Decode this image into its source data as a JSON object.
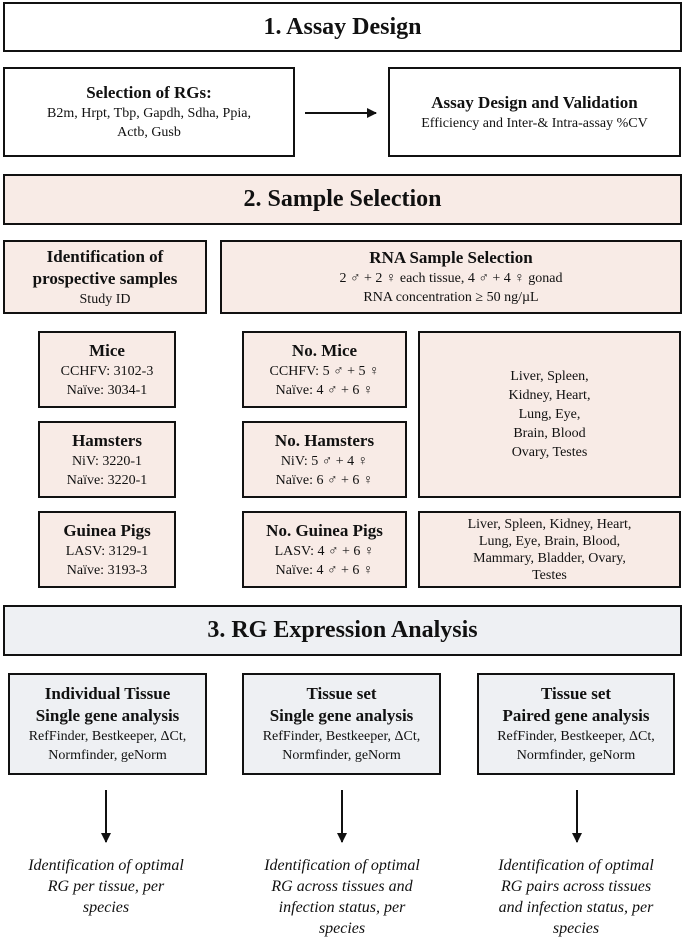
{
  "section1": {
    "title": "1. Assay Design",
    "rg_box": {
      "title": "Selection of RGs:",
      "lines": [
        "B2m, Hrpt, Tbp, Gapdh, Sdha, Ppia,",
        "Actb, Gusb"
      ]
    },
    "validation_box": {
      "title": "Assay Design and Validation",
      "line": "Efficiency and Inter-& Intra-assay %CV"
    }
  },
  "section2": {
    "title": "2. Sample Selection",
    "prospective": {
      "title_l1": "Identification of",
      "title_l2": "prospective samples",
      "sub": "Study ID"
    },
    "rna": {
      "title": "RNA Sample Selection",
      "l1": "2 ♂ + 2 ♀ each tissue, 4 ♂ + 4 ♀ gonad",
      "l2": "RNA concentration ≥ 50 ng/µL"
    },
    "mice": {
      "title": "Mice",
      "l1": "CCHFV: 3102-3",
      "l2": "Naïve: 3034-1"
    },
    "hamsters": {
      "title": "Hamsters",
      "l1": "NiV: 3220-1",
      "l2": "Naïve: 3220-1"
    },
    "guinea": {
      "title": "Guinea Pigs",
      "l1": "LASV: 3129-1",
      "l2": "Naïve: 3193-3"
    },
    "no_mice": {
      "title": "No. Mice",
      "l1": "CCHFV: 5 ♂ + 5 ♀",
      "l2": "Naïve: 4 ♂ + 6 ♀"
    },
    "no_hamsters": {
      "title": "No. Hamsters",
      "l1": "NiV: 5 ♂ + 4 ♀",
      "l2": "Naïve: 6 ♂ + 6 ♀"
    },
    "no_guinea": {
      "title": "No. Guinea Pigs",
      "l1": "LASV: 4 ♂ + 6 ♀",
      "l2": "Naïve: 4 ♂ + 6 ♀"
    },
    "tissues_rodents": [
      "Liver, Spleen,",
      "Kidney, Heart,",
      "Lung, Eye,",
      "Brain, Blood",
      "Ovary, Testes"
    ],
    "tissues_guinea": [
      "Liver, Spleen,  Kidney, Heart,",
      "Lung, Eye, Brain, Blood,",
      "Mammary, Bladder, Ovary,",
      "Testes"
    ]
  },
  "section3": {
    "title": "3. RG Expression Analysis",
    "boxes": [
      {
        "t1": "Individual Tissue",
        "t2": "Single gene analysis",
        "l1": "RefFinder, Bestkeeper, ΔCt,",
        "l2": "Normfinder, geNorm",
        "out": [
          "Identification of optimal",
          "RG per tissue, per",
          "species"
        ]
      },
      {
        "t1": "Tissue set",
        "t2": "Single gene analysis",
        "l1": "RefFinder, Bestkeeper, ΔCt,",
        "l2": "Normfinder, geNorm",
        "out": [
          "Identification of optimal",
          "RG across tissues and",
          "infection status, per",
          "species"
        ]
      },
      {
        "t1": "Tissue set",
        "t2": "Paired gene analysis",
        "l1": "RefFinder, Bestkeeper, ΔCt,",
        "l2": "Normfinder, geNorm",
        "out": [
          "Identification of optimal",
          "RG pairs across tissues",
          "and infection status, per",
          "species"
        ]
      }
    ]
  }
}
